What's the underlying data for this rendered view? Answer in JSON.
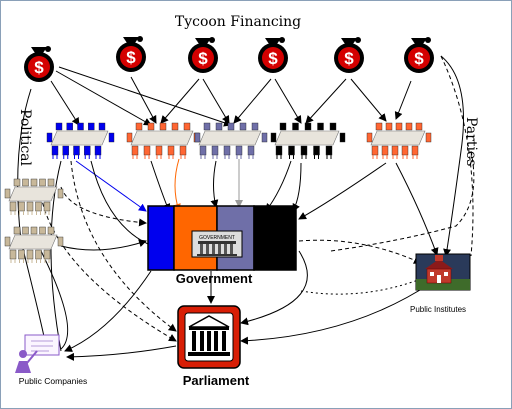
{
  "title": "Tycoon Financing",
  "left_side_label": "Political",
  "right_side_label": "Parties",
  "government_label": "Government",
  "government_sign": "GOVERNMENT",
  "parliament_label": "Parliament",
  "public_institutes_label": "Public Institutes",
  "public_companies_label": "Public Companies",
  "money_symbol": "$",
  "colors": {
    "blue_party": "#0000ee",
    "red_party": "#ff6633",
    "slate_party": "#6f6fa8",
    "black_party": "#000000",
    "tan_party": "#c8b89a",
    "money_red": "#d40000",
    "institute_red": "#c0392b",
    "companies_purple": "#8a5ac8"
  }
}
